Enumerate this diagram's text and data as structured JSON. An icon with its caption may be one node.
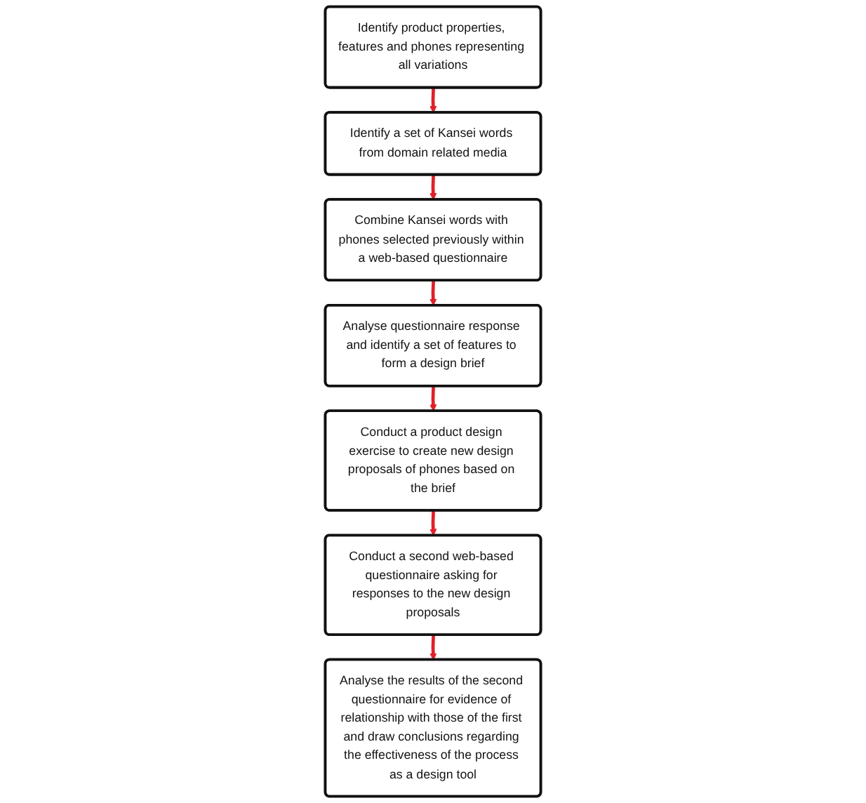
{
  "diagram": {
    "nodes": [
      {
        "text": [
          "Identify product properties, features and phones representing all variations"
        ]
      },
      {
        "text": [
          "Identify a set of Kansei words from domain related media"
        ]
      },
      {
        "text": [
          "Combine Kansei words with phones selected previously within a web-based questionnaire"
        ]
      },
      {
        "text": [
          "Analyse questionnaire response and identify a set of features to form a design brief"
        ]
      },
      {
        "text": [
          "Conduct a product design exercise to create new design proposals of phones based on the brief"
        ]
      },
      {
        "text": [
          "Conduct a second web-based questionnaire asking for responses to the new design proposals"
        ]
      },
      {
        "text": [
          "Analyse the results of the second questionnaire for evidence of relationship with those of the first and draw conclusions regarding the effectiveness of the process as a design tool"
        ]
      }
    ],
    "edges": [
      {
        "from": 0,
        "to": 1,
        "arrow": "to"
      },
      {
        "from": 1,
        "to": 2,
        "arrow": "to"
      },
      {
        "from": 2,
        "to": 3,
        "arrow": "to"
      },
      {
        "from": 3,
        "to": 4,
        "arrow": "to"
      },
      {
        "from": 4,
        "to": 5,
        "arrow": "to"
      },
      {
        "from": 5,
        "to": 6,
        "arrow": "to"
      }
    ]
  }
}
